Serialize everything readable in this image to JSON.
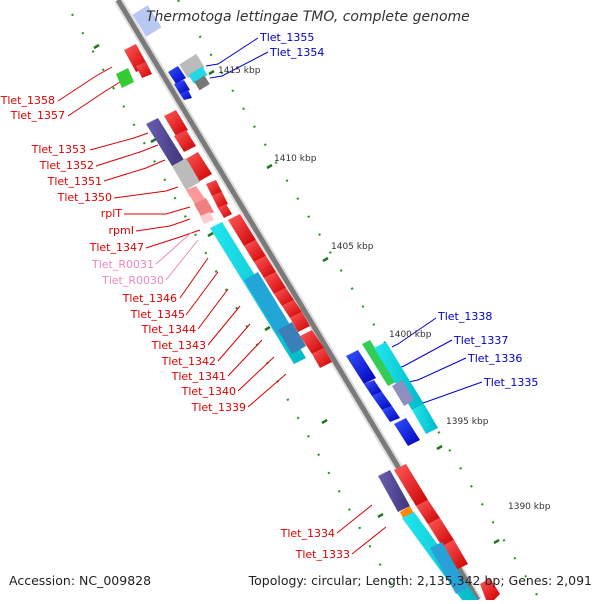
{
  "title": "Thermotoga lettingae TMO, complete genome",
  "footer": {
    "accession": "Accession: NC_009828",
    "topology": "Topology: circular; Length: 2,135,342 bp; Genes: 2,091"
  },
  "colors": {
    "left_label": "#dd0000",
    "right_label": "#0000cc",
    "rna_label": "#ee88bb",
    "backbone": "#888888",
    "tick": "#228822"
  },
  "kbp_labels": [
    "1415 kbp",
    "1410 kbp",
    "1405 kbp",
    "1400 kbp",
    "1395 kbp",
    "1390 kbp"
  ],
  "left_labels": [
    {
      "text": "Tlet_1358",
      "type": "gene"
    },
    {
      "text": "Tlet_1357",
      "type": "gene"
    },
    {
      "text": "Tlet_1353",
      "type": "gene"
    },
    {
      "text": "Tlet_1352",
      "type": "gene"
    },
    {
      "text": "Tlet_1351",
      "type": "gene"
    },
    {
      "text": "Tlet_1350",
      "type": "gene"
    },
    {
      "text": "rplT",
      "type": "gene"
    },
    {
      "text": "rpmI",
      "type": "gene"
    },
    {
      "text": "Tlet_1347",
      "type": "gene"
    },
    {
      "text": "Tlet_R0031",
      "type": "rna"
    },
    {
      "text": "Tlet_R0030",
      "type": "rna"
    },
    {
      "text": "Tlet_1346",
      "type": "gene"
    },
    {
      "text": "Tlet_1345",
      "type": "gene"
    },
    {
      "text": "Tlet_1344",
      "type": "gene"
    },
    {
      "text": "Tlet_1343",
      "type": "gene"
    },
    {
      "text": "Tlet_1342",
      "type": "gene"
    },
    {
      "text": "Tlet_1341",
      "type": "gene"
    },
    {
      "text": "Tlet_1340",
      "type": "gene"
    },
    {
      "text": "Tlet_1339",
      "type": "gene"
    },
    {
      "text": "Tlet_1334",
      "type": "gene"
    },
    {
      "text": "Tlet_1333",
      "type": "gene"
    }
  ],
  "right_labels": [
    {
      "text": "Tlet_1355"
    },
    {
      "text": "Tlet_1354"
    },
    {
      "text": "Tlet_1338"
    },
    {
      "text": "Tlet_1337"
    },
    {
      "text": "Tlet_1336"
    },
    {
      "text": "Tlet_1335"
    }
  ]
}
